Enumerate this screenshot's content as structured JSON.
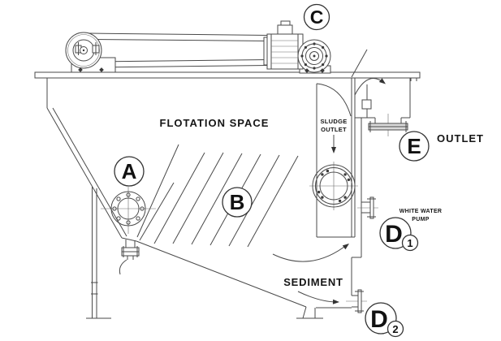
{
  "colors": {
    "background": "#ffffff",
    "line": "#4a4a4a",
    "text": "#111111",
    "flange_fill": "#d9d9d9"
  },
  "annotations": {
    "flotation_space": "FLOTATION SPACE",
    "sludge_outlet_line1": "SLUDGE",
    "sludge_outlet_line2": "OUTLET",
    "sediment": "SEDIMENT"
  },
  "callouts": {
    "a": {
      "label": "A"
    },
    "b": {
      "label": "B"
    },
    "c": {
      "label": "C"
    },
    "d1": {
      "label": "D",
      "subscript": "1",
      "caption_line1": "WHITE WATER",
      "caption_line2": "PUMP"
    },
    "d2": {
      "label": "D",
      "subscript": "2"
    },
    "e": {
      "label": "E",
      "caption": "OUTLET"
    }
  }
}
